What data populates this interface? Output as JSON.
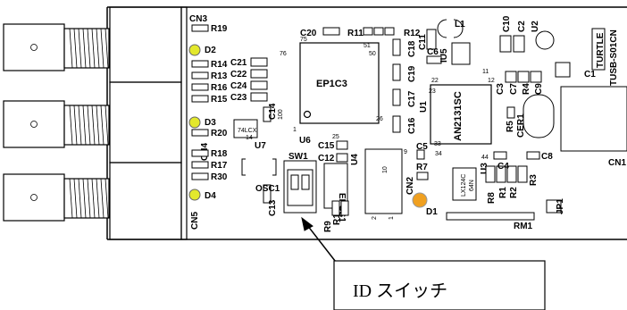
{
  "board": {
    "connector_labels": {
      "top": "CN3",
      "middle": "CN4",
      "bottom": "CN5",
      "usb": "CN1"
    },
    "led_labels": [
      "D2",
      "D3",
      "D4"
    ],
    "status_led": "D1",
    "switch_label": "SW1",
    "fpga_label": "EP1C3",
    "fpga_ref": "U6",
    "usb_chip_label": "AN2131SC",
    "config_chip_label": "EPCS1",
    "logo_lines": [
      "TURTLE",
      "TUSB-S01CN"
    ],
    "regulator_label": "LX124C",
    "regulator_sub": "64N",
    "buffer_label": "74LCX",
    "buffer_sub": "14",
    "resistors_left": [
      "R19",
      "R14",
      "R13",
      "R16",
      "R15",
      "R20",
      "R18",
      "R17",
      "R30"
    ],
    "caps_left": [
      "C21",
      "C22",
      "C24",
      "C23"
    ],
    "ref_misc": {
      "c20": "C20",
      "r11": "R11",
      "r12": "R12",
      "c18": "C18",
      "c19": "C19",
      "c17": "C17",
      "c16": "C16",
      "c15": "C15",
      "c12": "C12",
      "c14": "C14",
      "c13": "C13",
      "c11": "C11",
      "c6": "C6",
      "c10": "C10",
      "c2": "C2",
      "c3": "C3",
      "c7": "C7",
      "c1": "C1",
      "c9": "C9",
      "c8": "C8",
      "c4": "C4",
      "c5": "C5",
      "r4": "R4",
      "r5": "R5",
      "r7": "R7",
      "r8": "R8",
      "r1": "R1",
      "r2": "R2",
      "r3": "R3",
      "r9": "R9",
      "r10": "R10",
      "u1": "U1",
      "u2": "U2",
      "u3": "U3",
      "u4": "U4",
      "u5": "IU5",
      "u7": "U7",
      "l1": "L1",
      "osc1": "OSC1",
      "cer1": "CER1",
      "cn2": "CN2",
      "jp1": "JP1",
      "rm1": "RM1"
    },
    "pin_numbers": {
      "n75": "75",
      "n76": "76",
      "n51": "51",
      "n50": "50",
      "n1": "1",
      "n25": "25",
      "n26": "26",
      "n22": "22",
      "n23": "23",
      "n33": "33",
      "n34": "34",
      "n9": "9",
      "n10": "10",
      "n2": "2",
      "n44": "44",
      "n11": "11",
      "n12": "12",
      "n100": "100"
    }
  },
  "callout": {
    "text": "ID スイッチ"
  },
  "colors": {
    "led_fill": "#e3e82c",
    "status_led_fill": "#f0a020",
    "board_outline": "#000000"
  }
}
